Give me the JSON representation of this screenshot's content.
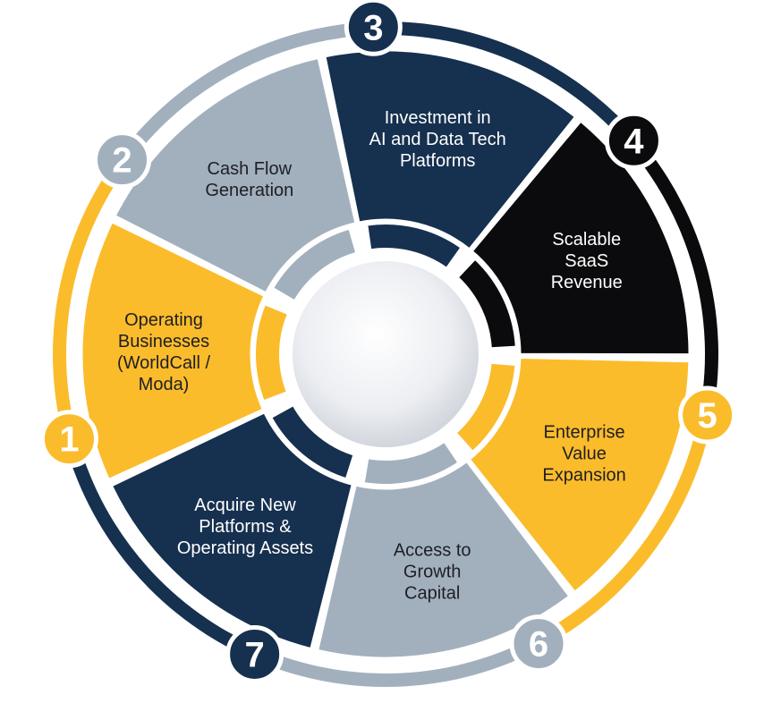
{
  "colors": {
    "yellow": "#FBBC2B",
    "grey": "#A2B0BE",
    "navy": "#16304F",
    "black": "#0B0B0D",
    "center": "#ECEEF1",
    "white": "#FFFFFF"
  },
  "segments": [
    {
      "id": "1",
      "number": "1",
      "lines": [
        "Operating",
        "Businesses",
        "(WorldCall /",
        "Moda)"
      ],
      "color": "yellow",
      "text": "dark"
    },
    {
      "id": "2",
      "number": "2",
      "lines": [
        "Cash Flow",
        "Generation"
      ],
      "color": "grey",
      "text": "dark"
    },
    {
      "id": "3",
      "number": "3",
      "lines": [
        "Investment in",
        "AI and Data Tech",
        "Platforms"
      ],
      "color": "navy",
      "text": "light"
    },
    {
      "id": "4",
      "number": "4",
      "lines": [
        "Scalable",
        "SaaS",
        "Revenue"
      ],
      "color": "black",
      "text": "light"
    },
    {
      "id": "5",
      "number": "5",
      "lines": [
        "Enterprise",
        "Value",
        "Expansion"
      ],
      "color": "yellow",
      "text": "dark"
    },
    {
      "id": "6",
      "number": "6",
      "lines": [
        "Access to",
        "Growth",
        "Capital"
      ],
      "color": "grey",
      "text": "dark"
    },
    {
      "id": "7",
      "number": "7",
      "lines": [
        "Acquire New",
        "Platforms &",
        "Operating Assets"
      ],
      "color": "navy",
      "text": "light"
    }
  ]
}
